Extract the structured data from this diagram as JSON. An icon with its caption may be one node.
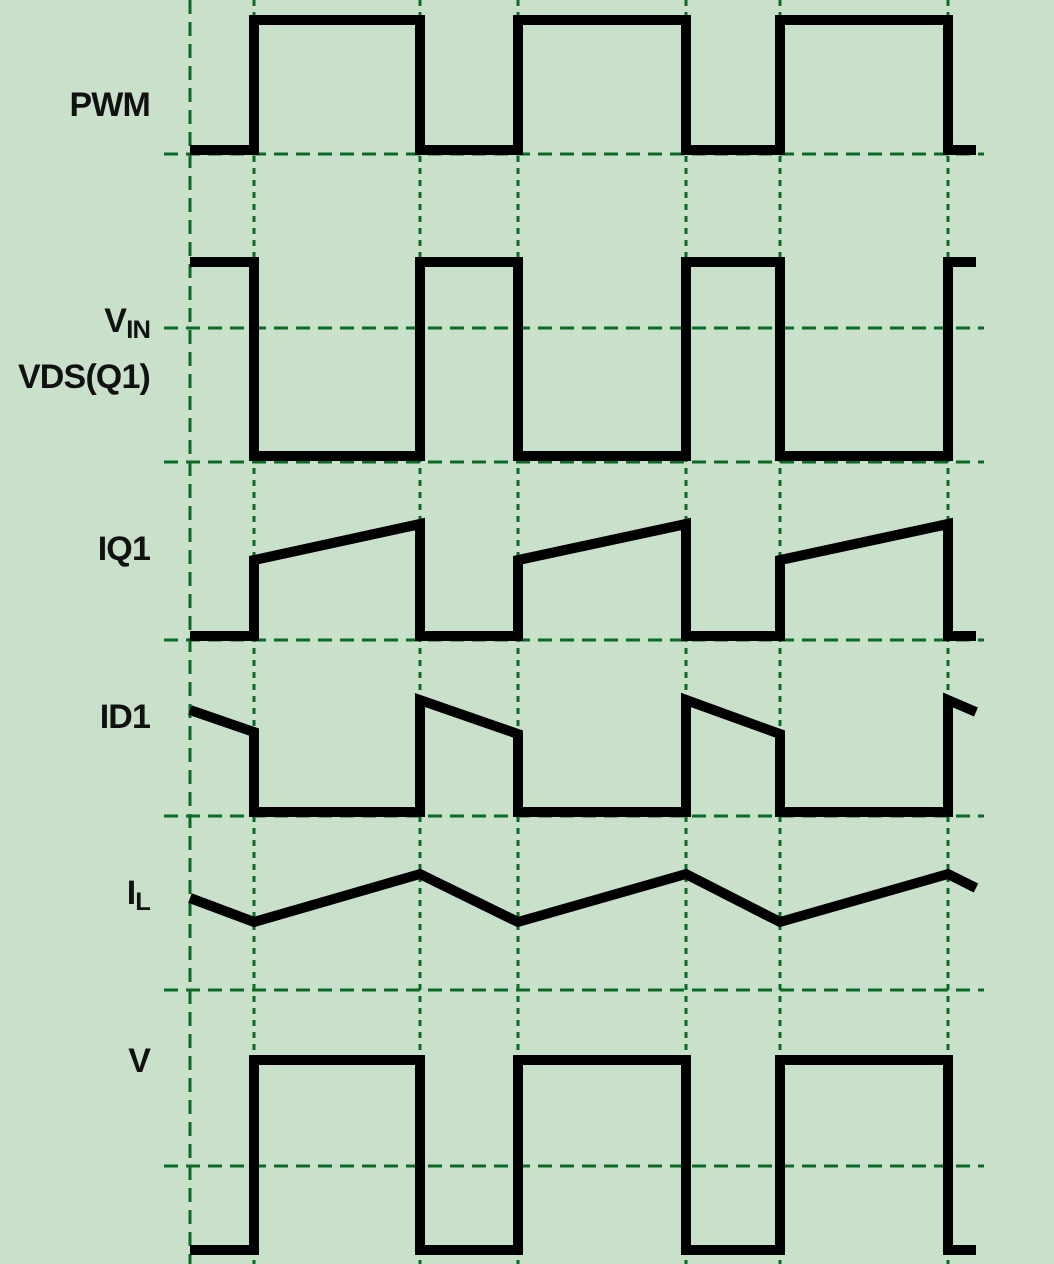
{
  "diagram": {
    "labels": [
      "PWM",
      "V$_{IN}$",
      "VDS(Q1)",
      "IQ1",
      "ID1",
      "I$_{L}$",
      "V"
    ]
  }
}
